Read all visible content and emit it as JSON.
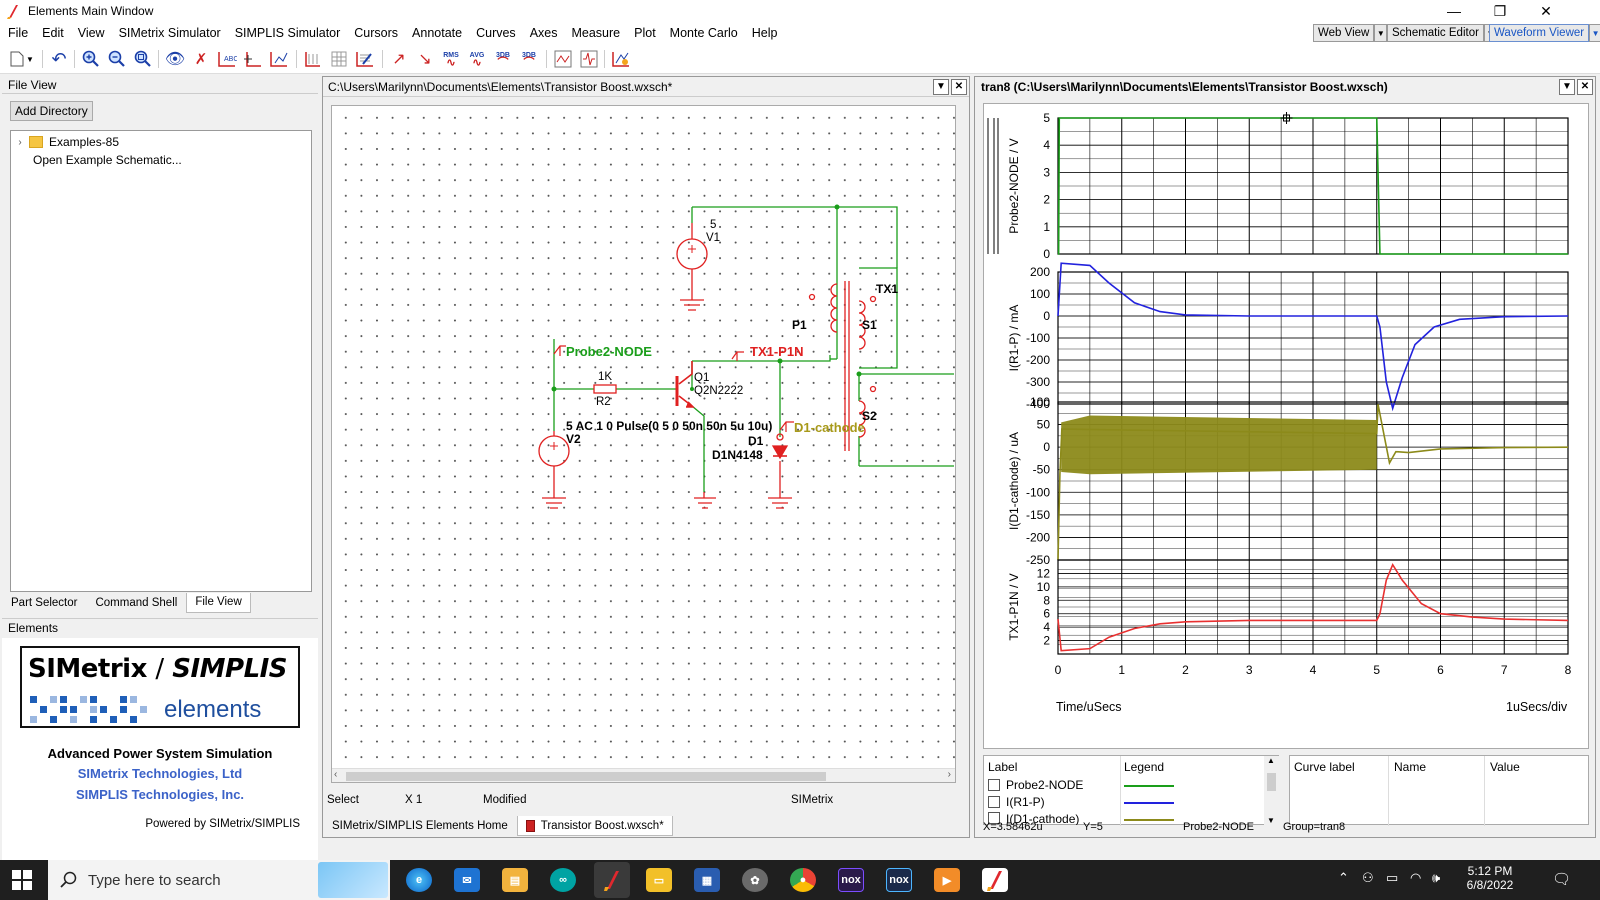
{
  "window": {
    "title": "Elements Main Window",
    "minimize": "—",
    "maximize": "❐",
    "close": "✕"
  },
  "menu": [
    "File",
    "Edit",
    "View",
    "SIMetrix Simulator",
    "SIMPLIS Simulator",
    "Cursors",
    "Annotate",
    "Curves",
    "Axes",
    "Measure",
    "Plot",
    "Monte Carlo",
    "Help"
  ],
  "views": {
    "web": "Web View",
    "schematic": "Schematic Editor",
    "waveform": "Waveform Viewer"
  },
  "toolbar": {
    "rms": "RMS",
    "avg": "AVG",
    "db1": "3DB",
    "db2": "3DB"
  },
  "file_view": {
    "header": "File View",
    "add_directory": "Add Directory",
    "tree": [
      "Examples-85",
      "Open Example Schematic..."
    ]
  },
  "left_tabs": [
    "Part Selector",
    "Command Shell",
    "File View"
  ],
  "elements": {
    "header": "Elements",
    "logo_left": "SIMetrix",
    "logo_slash": "/",
    "logo_right": "SIMPLIS",
    "logo_sub": "elements",
    "tagline": "Advanced Power System Simulation",
    "company1": "SIMetrix Technologies, Ltd",
    "company2": "SIMPLIS Technologies, Inc.",
    "powered": "Powered by SIMetrix/SIMPLIS"
  },
  "schematic": {
    "path": "C:\\Users\\Marilynn\\Documents\\Elements\\Transistor Boost.wxsch*",
    "labels": {
      "v1_val": "5",
      "v1": "V1",
      "probe2": "Probe2-NODE",
      "r2_val": "1K",
      "r2": "R2",
      "q1": "Q1",
      "q1_part": "Q2N2222",
      "tx1p1n": "TX1-P1N",
      "v2_val": "5 AC 1 0 Pulse(0 5 0 50n 50n 5u 10u)",
      "v2": "V2",
      "d1": "D1",
      "d1_part": "D1N4148",
      "d1cath": "D1-cathode",
      "p1": "P1",
      "s1": "S1",
      "s2": "S2",
      "tx1": "TX1"
    },
    "status": {
      "mode": "Select",
      "zoom": "X 1",
      "state": "Modified",
      "sim": "SIMetrix"
    },
    "bottom_tabs": [
      "SIMetrix/SIMPLIS Elements Home",
      "Transistor Boost.wxsch*"
    ]
  },
  "waveform": {
    "title": "tran8 (C:\\Users\\Marilynn\\Documents\\Elements\\Transistor Boost.wxsch)",
    "xlabel": "Time/uSecs",
    "xdiv": "1uSecs/div",
    "legend": {
      "col_label": "Label",
      "col_legend": "Legend",
      "items": [
        {
          "label": "Probe2-NODE",
          "color": "#1a9e1a"
        },
        {
          "label": "I(R1-P)",
          "color": "#2222dd"
        },
        {
          "label": "I(D1-cathode)",
          "color": "#8c8a1a"
        }
      ]
    },
    "cursor_table": {
      "col1": "Curve label",
      "col2": "Name",
      "col3": "Value"
    },
    "status": {
      "x": "X=3.58462u",
      "y": "Y=5",
      "curve": "Probe2-NODE",
      "group": "Group=tran8"
    }
  },
  "chart_data": [
    {
      "type": "line",
      "ylabel": "Probe2-NODE / V",
      "ylim": [
        0,
        5
      ],
      "yticks": [
        "0",
        "1",
        "2",
        "3",
        "4",
        "5"
      ],
      "xlim": [
        0,
        8
      ],
      "xticks": [
        "0",
        "1",
        "2",
        "3",
        "4",
        "5",
        "6",
        "7",
        "8"
      ],
      "series": [
        {
          "name": "Probe2-NODE",
          "color": "#1a9e1a",
          "x": [
            0,
            0.01,
            0.02,
            5.0,
            5.05,
            5.06,
            8
          ],
          "y": [
            0,
            0,
            5,
            5,
            0,
            0,
            0
          ]
        }
      ]
    },
    {
      "type": "line",
      "ylabel": "I(R1-P) / mA",
      "ylim": [
        -400,
        200
      ],
      "yticks": [
        "200",
        "100",
        "0",
        "-100",
        "-200",
        "-300",
        "-400"
      ],
      "xlim": [
        0,
        8
      ],
      "series": [
        {
          "name": "I(R1-P)",
          "color": "#2222dd",
          "x": [
            0,
            0.05,
            0.5,
            0.8,
            1.2,
            1.6,
            2,
            3,
            4,
            5.0,
            5.05,
            5.15,
            5.25,
            5.4,
            5.6,
            5.9,
            6.3,
            7,
            8
          ],
          "y": [
            0,
            240,
            230,
            150,
            60,
            20,
            5,
            0,
            0,
            0,
            -50,
            -300,
            -420,
            -280,
            -130,
            -50,
            -15,
            -3,
            0
          ]
        }
      ]
    },
    {
      "type": "line",
      "ylabel": "I(D1-cathode) / uA",
      "ylim": [
        -250,
        100
      ],
      "yticks": [
        "100",
        "50",
        "0",
        "-50",
        "-100",
        "-150",
        "-200",
        "-250"
      ],
      "xlim": [
        0,
        8
      ],
      "series": [
        {
          "name": "I(D1-cathode)",
          "color": "#8c8a1a",
          "band": {
            "x": [
              0.05,
              0.5,
              5.0
            ],
            "upper": [
              55,
              70,
              60
            ],
            "lower": [
              -55,
              -60,
              -50
            ]
          },
          "x": [
            0,
            0.03,
            0.06,
            5.0,
            5.02,
            5.2,
            5.3,
            5.5,
            6,
            7,
            8
          ],
          "y": [
            -250,
            -60,
            40,
            30,
            95,
            -35,
            -10,
            -12,
            -4,
            -1,
            0
          ]
        }
      ]
    },
    {
      "type": "line",
      "ylabel": "TX1-P1N / V",
      "ylim": [
        0,
        14
      ],
      "yticks": [
        "12",
        "10",
        "8",
        "6",
        "4",
        "2"
      ],
      "xlim": [
        0,
        8
      ],
      "xticks": [
        "0",
        "1",
        "2",
        "3",
        "4",
        "5",
        "6",
        "7",
        "8"
      ],
      "series": [
        {
          "name": "TX1-P1N",
          "color": "#e83030",
          "x": [
            0,
            0.05,
            0.5,
            0.8,
            1.2,
            1.6,
            2,
            3,
            4,
            5.0,
            5.05,
            5.15,
            5.25,
            5.4,
            5.7,
            6,
            6.5,
            7,
            8
          ],
          "y": [
            5.2,
            0.5,
            0.8,
            2.5,
            3.8,
            4.5,
            4.8,
            5,
            5,
            5,
            6,
            11,
            13.3,
            11,
            7.5,
            6,
            5.5,
            5.2,
            5
          ]
        }
      ]
    }
  ],
  "taskbar": {
    "search": "Type here to search",
    "time": "5:12 PM",
    "date": "6/8/2022"
  }
}
